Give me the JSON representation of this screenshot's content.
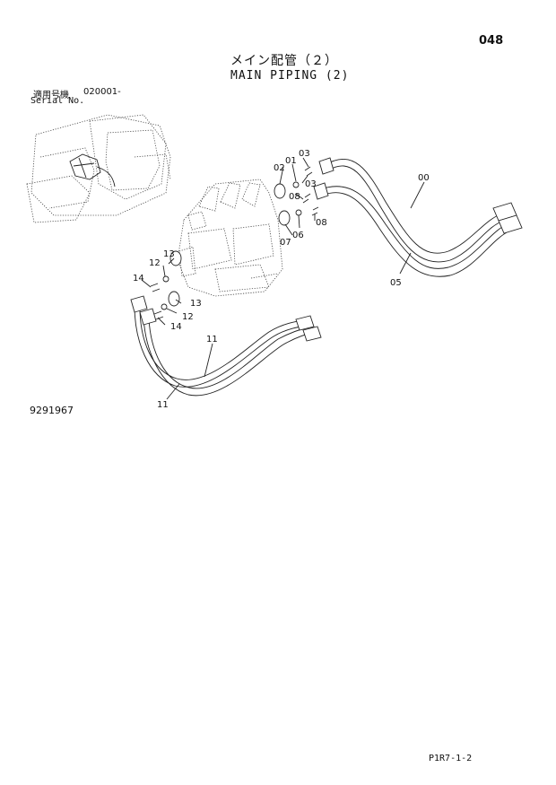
{
  "header": {
    "page_number": "048",
    "title_jp": "メイン配管（２）",
    "title_en": "MAIN PIPING (2)"
  },
  "applicability": {
    "label_jp": "適用号機",
    "serial_from": "020001-",
    "label_en": "Serial No."
  },
  "drawing_number": "9291967",
  "footer_code": "P1R7-1-2",
  "callouts": {
    "c00": "00",
    "c01": "01",
    "c02": "02",
    "c03a": "03",
    "c03b": "03",
    "c05": "05",
    "c06": "06",
    "c07": "07",
    "c08a": "08",
    "c08b": "08",
    "c11a": "11",
    "c11b": "11",
    "c12a": "12",
    "c12b": "12",
    "c13a": "13",
    "c13b": "13",
    "c14a": "14",
    "c14b": "14"
  }
}
